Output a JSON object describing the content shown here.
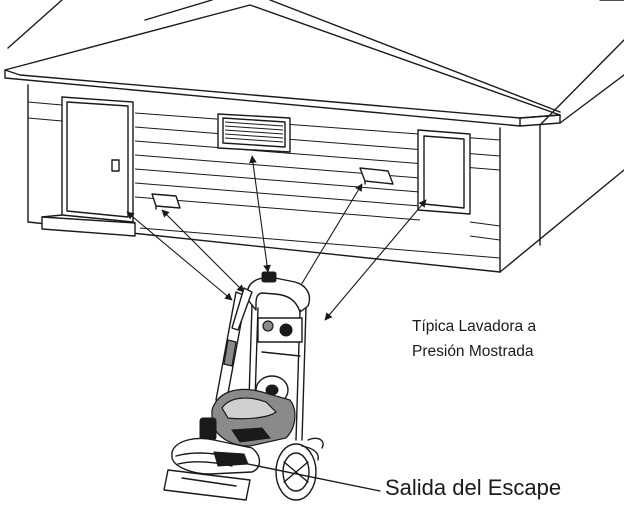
{
  "labels": {
    "typical_line1": "Típica Lavadora a",
    "typical_line2": "Presión Mostrada",
    "exhaust_outlet": "Salida del Escape"
  },
  "colors": {
    "line": "#1a1a1a",
    "background": "#ffffff"
  }
}
